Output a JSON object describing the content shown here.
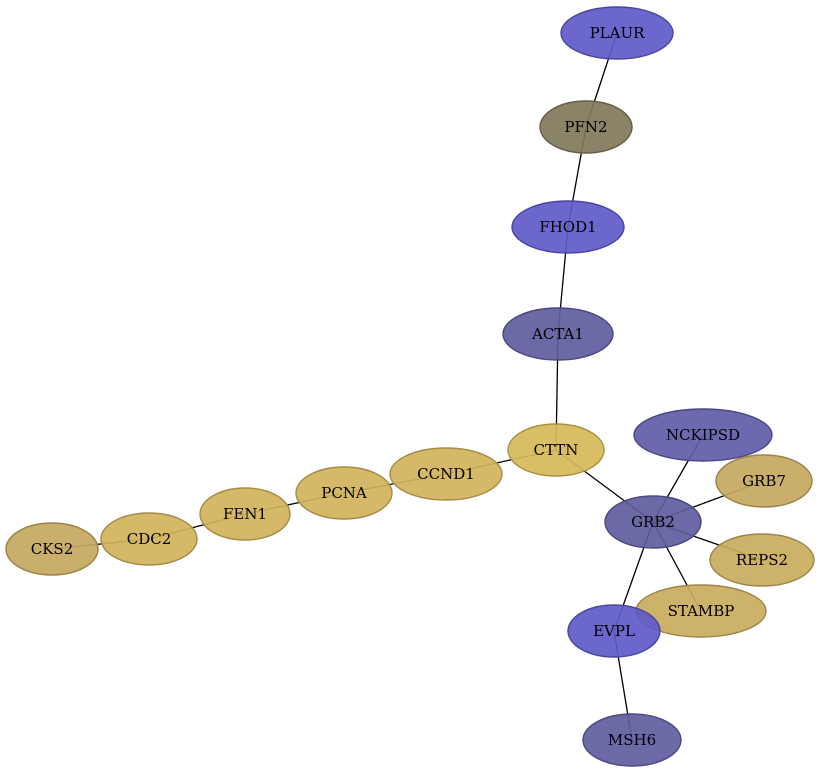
{
  "nodes": [
    {
      "id": "PLAUR",
      "label": "PLAUR",
      "color": "#5f5ac8"
    },
    {
      "id": "PFN2",
      "label": "PFN2",
      "color": "#80785a"
    },
    {
      "id": "FHOD1",
      "label": "FHOD1",
      "color": "#5f5ac8"
    },
    {
      "id": "ACTA1",
      "label": "ACTA1",
      "color": "#5f5ca0"
    },
    {
      "id": "CTTN",
      "label": "CTTN",
      "color": "#d7b858"
    },
    {
      "id": "CCND1",
      "label": "CCND1",
      "color": "#d1b35b"
    },
    {
      "id": "PCNA",
      "label": "PCNA",
      "color": "#d1b35b"
    },
    {
      "id": "FEN1",
      "label": "FEN1",
      "color": "#d1b35b"
    },
    {
      "id": "CDC2",
      "label": "CDC2",
      "color": "#d1b35b"
    },
    {
      "id": "CKS2",
      "label": "CKS2",
      "color": "#c5a75f"
    },
    {
      "id": "NCKIPSD",
      "label": "NCKIPSD",
      "color": "#5f5ca8"
    },
    {
      "id": "GRB7",
      "label": "GRB7",
      "color": "#c5a75f"
    },
    {
      "id": "GRB2",
      "label": "GRB2",
      "color": "#5f5ca0"
    },
    {
      "id": "REPS2",
      "label": "REPS2",
      "color": "#c9ab5d"
    },
    {
      "id": "STAMBP",
      "label": "STAMBP",
      "color": "#c9ab5d"
    },
    {
      "id": "EVPL",
      "label": "EVPL",
      "color": "#5f5ac8"
    },
    {
      "id": "MSH6",
      "label": "MSH6",
      "color": "#5f5ca0"
    }
  ],
  "edges": [
    [
      "PLAUR",
      "PFN2"
    ],
    [
      "PFN2",
      "FHOD1"
    ],
    [
      "FHOD1",
      "ACTA1"
    ],
    [
      "ACTA1",
      "CTTN"
    ],
    [
      "CTTN",
      "CCND1"
    ],
    [
      "CCND1",
      "PCNA"
    ],
    [
      "PCNA",
      "FEN1"
    ],
    [
      "FEN1",
      "CDC2"
    ],
    [
      "CDC2",
      "CKS2"
    ],
    [
      "CTTN",
      "GRB2"
    ],
    [
      "GRB2",
      "NCKIPSD"
    ],
    [
      "GRB2",
      "GRB7"
    ],
    [
      "GRB2",
      "REPS2"
    ],
    [
      "GRB2",
      "STAMBP"
    ],
    [
      "GRB2",
      "EVPL"
    ],
    [
      "EVPL",
      "MSH6"
    ]
  ]
}
